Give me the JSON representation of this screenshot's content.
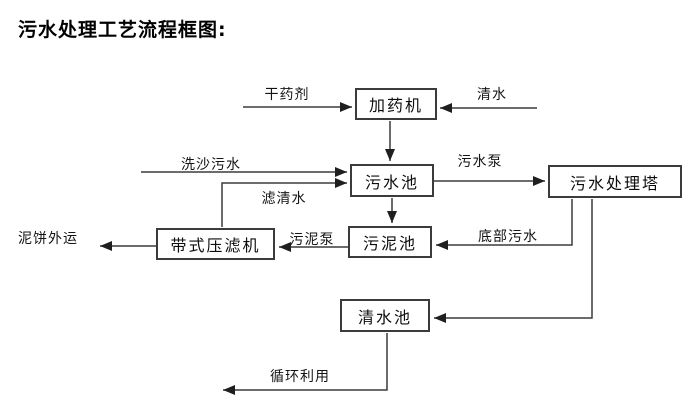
{
  "title": "污水处理工艺流程框图:",
  "nodes": {
    "dosing_machine": "加药机",
    "sewage_pool": "污水池",
    "treatment_tower": "污水处理塔",
    "sludge_pool": "污泥池",
    "belt_filter_press": "带式压滤机",
    "clean_water_pool": "清水池"
  },
  "edge_labels": {
    "dry_agent": "干药剂",
    "clean_water": "清水",
    "sand_washing_sewage": "洗沙污水",
    "filtered_water": "滤清水",
    "sewage_pump": "污水泵",
    "bottom_sewage": "底部污水",
    "sludge_pump": "污泥泵",
    "mud_cake_out": "泥饼外运",
    "recycle": "循环利用"
  },
  "colors": {
    "background": "#ffffff",
    "line": "#3b3b3b",
    "text": "#0d0d0d"
  }
}
